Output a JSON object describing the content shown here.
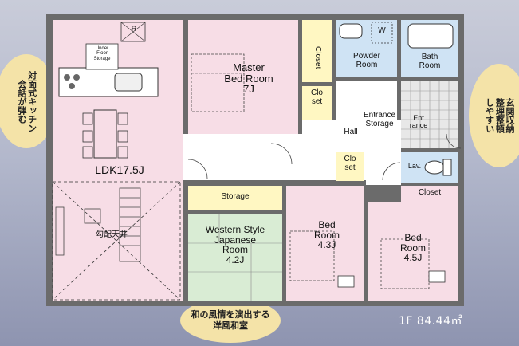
{
  "rooms": {
    "ldk": {
      "name": "LDK17.5J",
      "color": "#f7dde6"
    },
    "master": {
      "name": "Master\nBed Room\n7J",
      "color": "#f7dde6"
    },
    "closet_master": {
      "name": "Closet"
    },
    "closet_small": {
      "name": "Clo\nset"
    },
    "powder": {
      "name": "Powder\nRoom",
      "color": "#cfe3f4"
    },
    "bath": {
      "name": "Bath\nRoom",
      "color": "#cfe3f4"
    },
    "entrance_storage": {
      "name": "Entrance\nStorage"
    },
    "entrance": {
      "name": "Ent\nrance"
    },
    "hall": {
      "name": "Hall"
    },
    "lav": {
      "name": "Lav.",
      "color": "#cfe3f4"
    },
    "closet_lav": {
      "name": "Closet"
    },
    "closet_hall": {
      "name": "Clo\nset"
    },
    "storage": {
      "name": "Storage"
    },
    "western": {
      "name": "Western Style\nJapanese\nRoom\n4.2J",
      "color": "#d9ecd4"
    },
    "bed1": {
      "name": "Bed\nRoom\n4.3J",
      "color": "#f7dde6"
    },
    "bed2": {
      "name": "Bed\nRoom\n4.5J",
      "color": "#f7dde6"
    },
    "under_floor": {
      "name": "Under\nFloor\nStorage"
    },
    "atrium": {
      "name": "勾配天井"
    }
  },
  "fixtures": {
    "washer": "W",
    "ceiling": "R"
  },
  "callouts": {
    "left": "対面式キッチン\n会話が弾む",
    "right": "玄関収納\n整理整頓\nしやすい",
    "bottom": "和の風情を演出する\n洋風和室"
  },
  "floor_area": "1F 84.44㎡",
  "colors": {
    "wall": "#6b6b6b",
    "yellow": "#fff7c2",
    "tile": "#e8e8e8"
  }
}
